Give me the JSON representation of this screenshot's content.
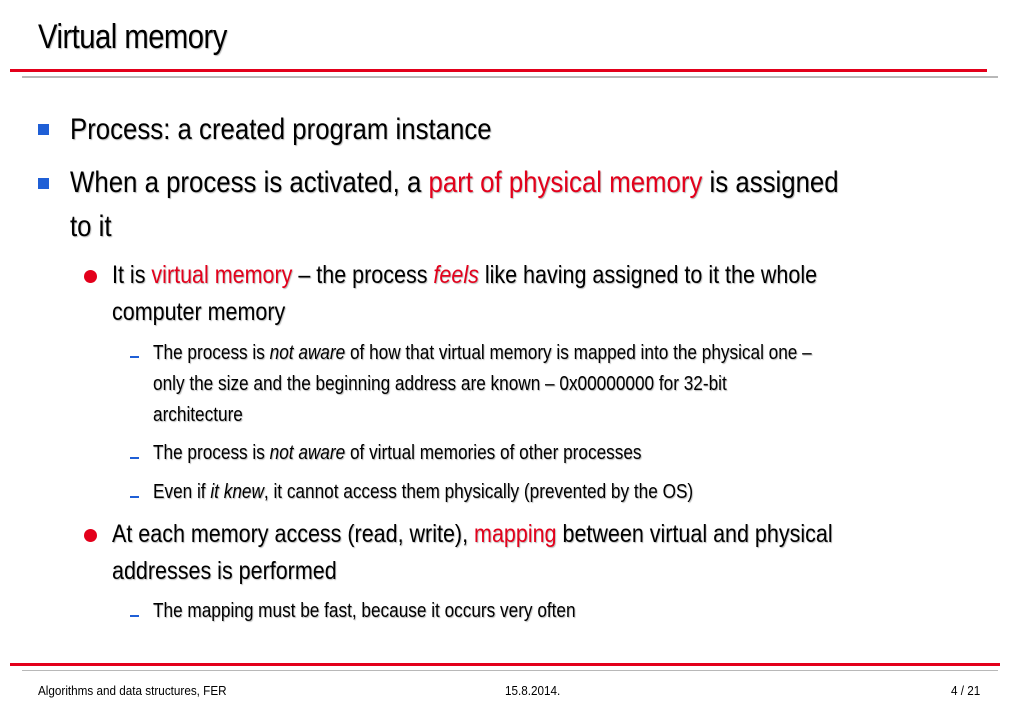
{
  "slide": {
    "title": "Virtual memory",
    "b1": "Process: a created program instance",
    "b2_pre": "When a process is activated, a ",
    "b2_red": "part of physical memory",
    "b2_post": " is assigned",
    "b2_line2": "to it",
    "s1_pre": "It is ",
    "s1_red": "virtual memory",
    "s1_mid": " – the process ",
    "s1_italic": "feels",
    "s1_post": " like having assigned to it the whole",
    "s1_line2": "computer memory",
    "t1_pre": "The process is ",
    "t1_italic": "not aware",
    "t1_post": " of how that virtual memory is mapped into the physical one  –",
    "t1_line2": "only the size and the beginning address are known – 0x00000000 for 32-bit",
    "t1_line3": "architecture",
    "t2_pre": "The process is ",
    "t2_italic": "not aware",
    "t2_post": " of virtual memories of other processes",
    "t3_pre": "Even if ",
    "t3_italic": "it knew",
    "t3_post": ", it cannot access them physically (prevented by the OS)",
    "s2_pre": "At each memory access (read, write), ",
    "s2_red": "mapping",
    "s2_post": " between virtual and physical",
    "s2_line2": "addresses is performed",
    "t4": "The mapping must be fast, because it occurs very often"
  },
  "footer": {
    "left": "Algorithms and data structures, FER",
    "center": "15.8.2014.",
    "right": "4 / 21"
  },
  "colors": {
    "accent": "#e3001b",
    "bullet_blue": "#1f5fd6",
    "rule_gray": "#b8b8b8"
  }
}
